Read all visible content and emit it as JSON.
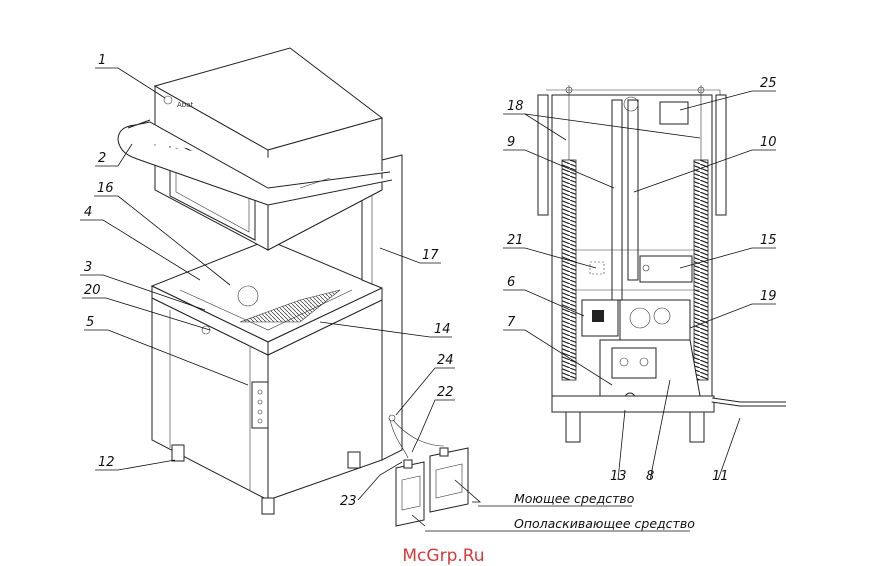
{
  "labels": [
    "1",
    "2",
    "3",
    "4",
    "5",
    "6",
    "7",
    "8",
    "9",
    "10",
    "11",
    "12",
    "13",
    "14",
    "15",
    "16",
    "17",
    "18",
    "19",
    "20",
    "21",
    "22",
    "23",
    "24",
    "25"
  ],
  "captions": {
    "detergent": "Моющее средство",
    "rinse_aid": "Ополаскивающее средство"
  },
  "brand_on_machine": "Abat",
  "watermark": "McGrp.Ru"
}
